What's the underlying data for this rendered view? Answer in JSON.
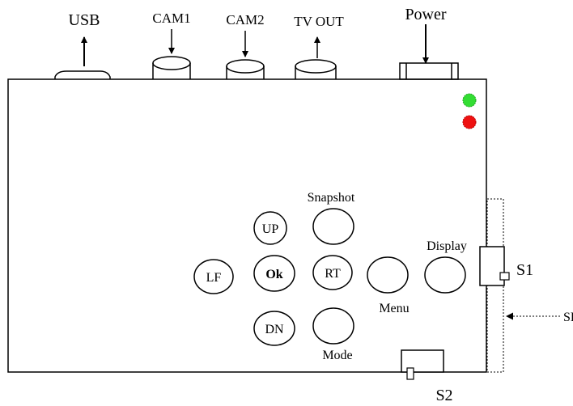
{
  "ports": {
    "usb": "USB",
    "cam1": "CAM1",
    "cam2": "CAM2",
    "tv_out": "TV OUT",
    "power": "Power"
  },
  "leds": {
    "green": "#33dd33",
    "red": "#ee1111"
  },
  "buttons": {
    "up": "UP",
    "ok": "Ok",
    "rt": "RT",
    "lf": "LF",
    "dn": "DN",
    "snapshot": "Snapshot",
    "menu": "Menu",
    "display": "Display",
    "mode": "Mode"
  },
  "switches": {
    "s1": "S1",
    "s2": "S2"
  },
  "sd_label": "SD"
}
